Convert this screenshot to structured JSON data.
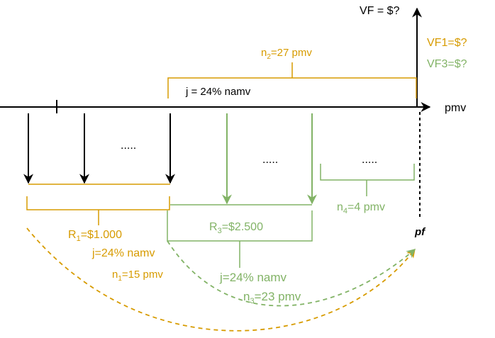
{
  "colors": {
    "black": "#000000",
    "orange": "#D79B00",
    "green": "#82B366"
  },
  "labels": {
    "vf": "VF = $?",
    "vf1": "VF1=$?",
    "vf3": "VF3=$?",
    "axis_unit": "pmv",
    "n2_base": "n",
    "n2_sub": "2",
    "n2_rest": "=27 pmv",
    "j_top": "j = 24% namv",
    "dots_black": ".....",
    "dots_green": ".....",
    "dots_right": ".....",
    "n4_base": "n",
    "n4_sub": "4",
    "n4_rest": "=4 pmv",
    "r3_base": "R",
    "r3_sub": "3",
    "r3_rest": "=$2.500",
    "r1_base": "R",
    "r1_sub": "1",
    "r1_rest": "=$1.000",
    "j_orange": "j=24% namv",
    "n1_base": "n",
    "n1_sub": "1",
    "n1_rest": "=15 pmv",
    "j_green": "j=24% namv",
    "n3_base": "n",
    "n3_sub": "3",
    "n3_rest": "=23 pmv",
    "pf": "pf"
  }
}
